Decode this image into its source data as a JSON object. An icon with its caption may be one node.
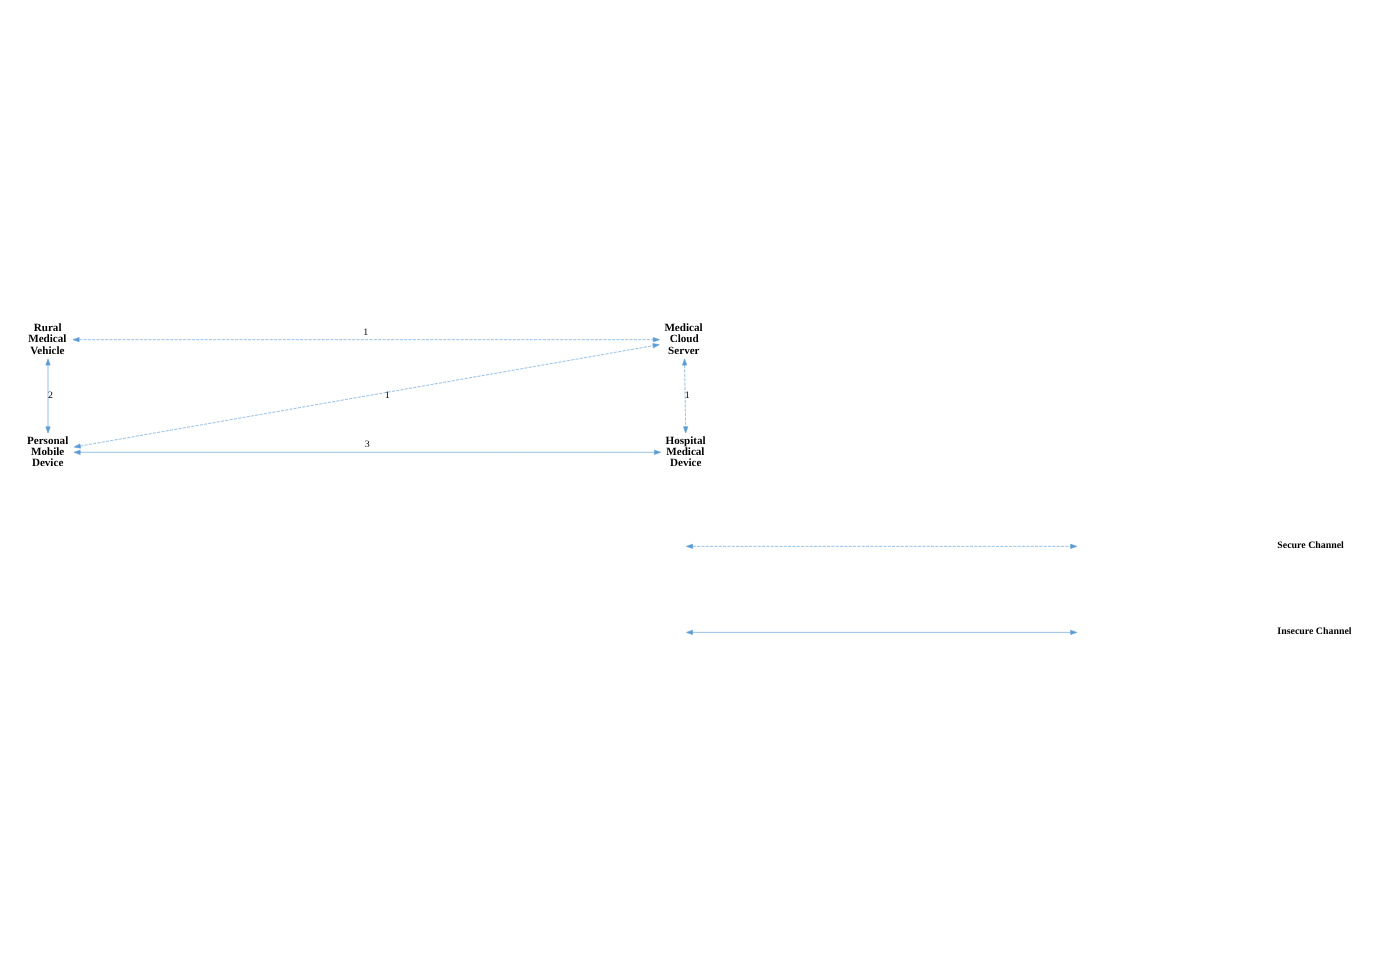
{
  "diagram": {
    "nodes": [
      {
        "text": [
          "Rural Medical Vehicle"
        ]
      },
      {
        "text": [
          "Medical Cloud Server"
        ]
      },
      {
        "text": [
          "Personal Mobile Device"
        ]
      },
      {
        "text": [
          "Hospital Medical Device"
        ]
      }
    ],
    "edges": [
      {
        "from": 0,
        "to": 1,
        "arrow": "both",
        "label": "1",
        "style": "dashed"
      },
      {
        "from": 0,
        "to": 2,
        "arrow": "both",
        "label": "2"
      },
      {
        "from": 2,
        "to": 1,
        "arrow": "both",
        "label": "1",
        "style": "dashed"
      },
      {
        "from": 1,
        "to": 3,
        "arrow": "both",
        "label": "1",
        "style": "dashed"
      },
      {
        "from": 2,
        "to": 3,
        "arrow": "both",
        "label": "3"
      }
    ],
    "legend": [
      {
        "text": "Secure Channel"
      },
      {
        "text": "Insecure Channel"
      }
    ]
  }
}
